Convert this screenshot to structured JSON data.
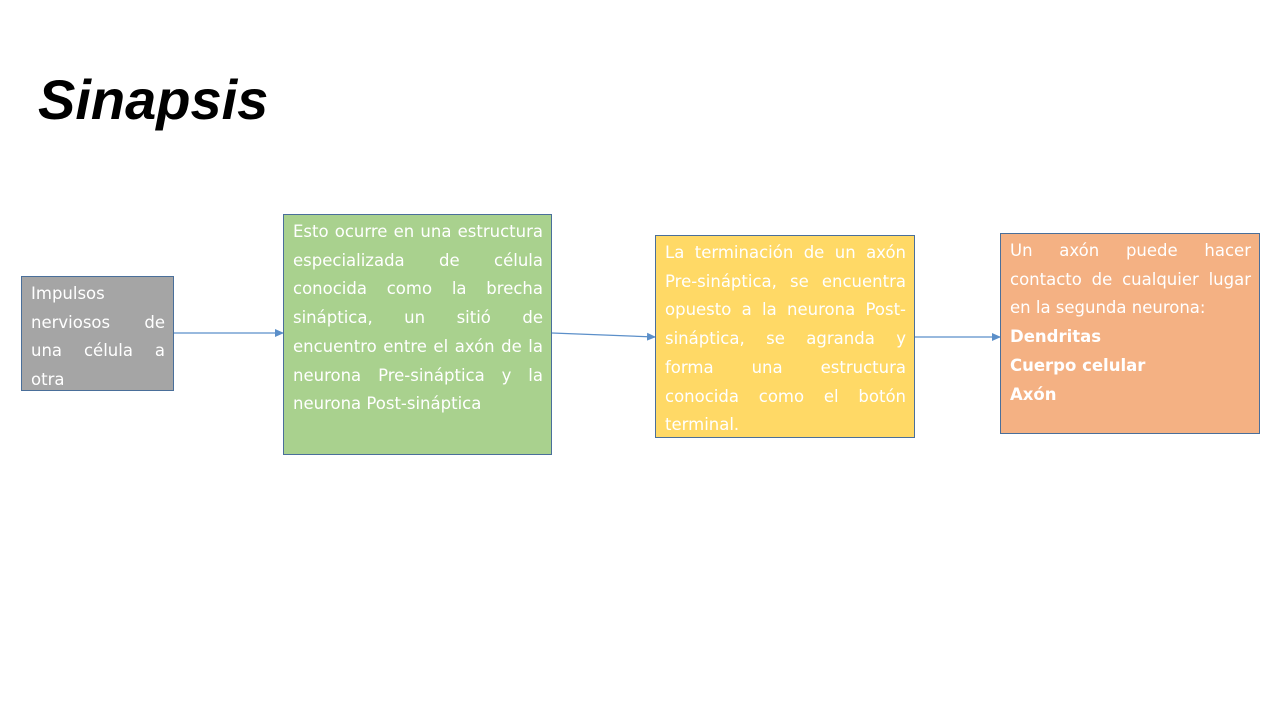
{
  "title": "Sinapsis",
  "colors": {
    "arrow": "#5b8fc9",
    "box_border": "#4a6f9a",
    "box1_fill": "#a5a5a5",
    "box2_fill": "#a9d18e",
    "box3_fill": "#ffd966",
    "box4_fill": "#f4b183",
    "text": "#ffffff"
  },
  "boxes": [
    {
      "text": "Impulsos nerviosos de una célula a otra"
    },
    {
      "text": "Esto ocurre en una estructura especializada de célula conocida como la brecha sináptica, un sitió de encuentro entre el axón de la neurona Pre-sináptica y la neurona Post-sináptica"
    },
    {
      "text": "La terminación de un axón Pre-sináptica, se encuentra opuesto a la neurona Post-sináptica, se agranda y forma una estructura conocida como el botón terminal."
    },
    {
      "text": "Un axón puede hacer contacto de cualquier lugar en la segunda neurona:",
      "items": [
        "Dendritas",
        "Cuerpo celular",
        "Axón"
      ]
    }
  ]
}
